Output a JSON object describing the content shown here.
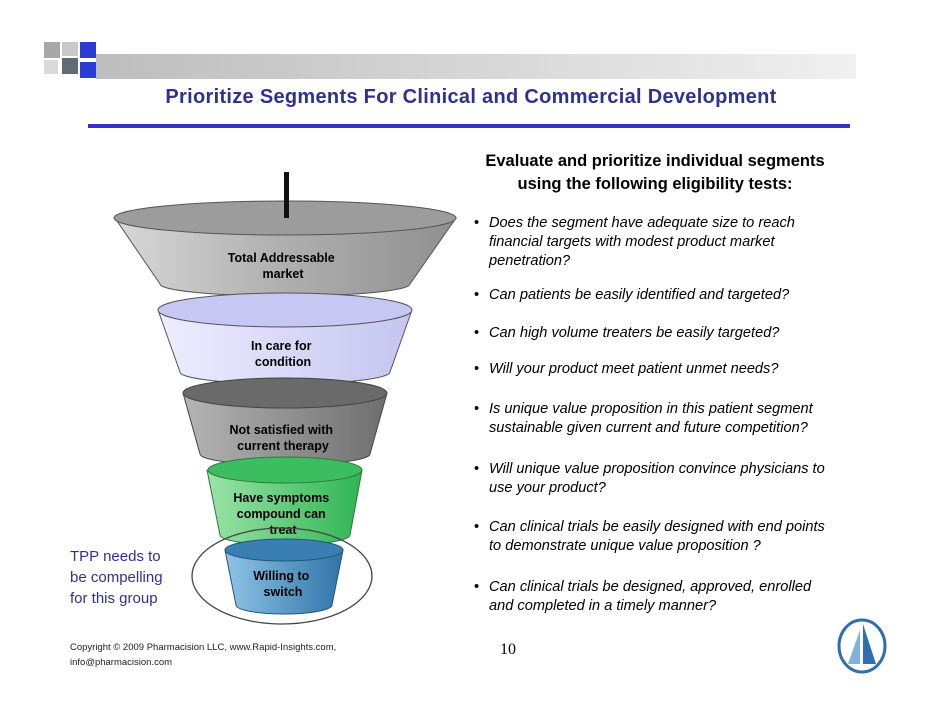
{
  "title": "Prioritize Segments For Clinical and Commercial Development",
  "criteria_panel": {
    "heading": [
      "Evaluate and prioritize individual segments",
      "using the following eligibility tests:"
    ],
    "bullet_glyph": "•",
    "items": [
      [
        "Does the segment have adequate size to reach",
        "financial targets with modest product market",
        "penetration?"
      ],
      [
        "Can patients be easily identified and targeted?"
      ],
      [
        "Can high volume treaters be easily targeted?"
      ],
      [
        "Will your product meet patient unmet needs?"
      ],
      [
        "Is unique value proposition in this patient segment",
        "sustainable given current and future competition?"
      ],
      [
        "Will unique value proposition convince physicians to",
        "use your product?"
      ],
      [
        "Can clinical trials be easily designed with end points",
        "to demonstrate unique value proposition ?"
      ],
      [
        "Can clinical trials be designed, approved, enrolled",
        "and completed in a timely manner?"
      ]
    ]
  },
  "funnel": {
    "stages": [
      {
        "label": [
          "Total Addressable",
          "market"
        ],
        "color": "#a9a9a9"
      },
      {
        "label": [
          "In care for",
          "condition"
        ],
        "color": "#c9caf2"
      },
      {
        "label": [
          "Not satisfied with",
          "current therapy"
        ],
        "color": "#7d7d7d"
      },
      {
        "label": [
          "Have symptoms",
          "compound can",
          "treat"
        ],
        "color": "#44c266"
      },
      {
        "label": [
          "Willing to",
          "switch"
        ],
        "color": "#3f86b8"
      }
    ]
  },
  "tpp_note": [
    "TPP needs to",
    "be compelling",
    "for this group"
  ],
  "copyright": [
    "Copyright © 2009 Pharmacision LLC, www.Rapid-Insights.com,",
    "info@pharmacision.com"
  ],
  "page_number": "10",
  "colors": {
    "title": "#2e3192",
    "rule": "#3333cc",
    "note": "#2e3192"
  }
}
